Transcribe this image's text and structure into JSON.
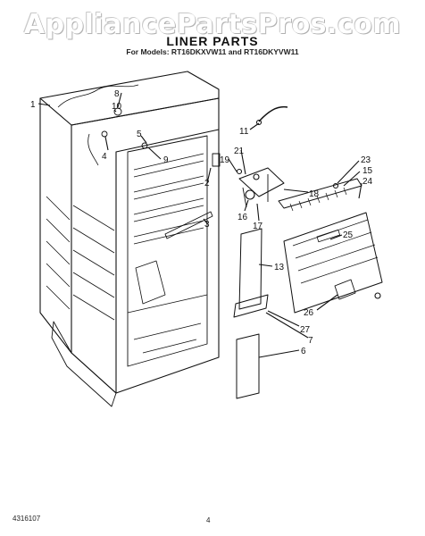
{
  "watermark": "AppliancePartsPros.com",
  "title": "LINER PARTS",
  "subtitle": "For Models: RT16DKXVW11 and RT16DKYVW11",
  "doc_number": "4316107",
  "page_number": "4",
  "callouts": [
    "1",
    "8",
    "10",
    "4",
    "9",
    "5",
    "2",
    "3",
    "11",
    "21",
    "19",
    "18",
    "16",
    "17",
    "23",
    "15",
    "24",
    "25",
    "13",
    "26",
    "27",
    "7",
    "6"
  ]
}
